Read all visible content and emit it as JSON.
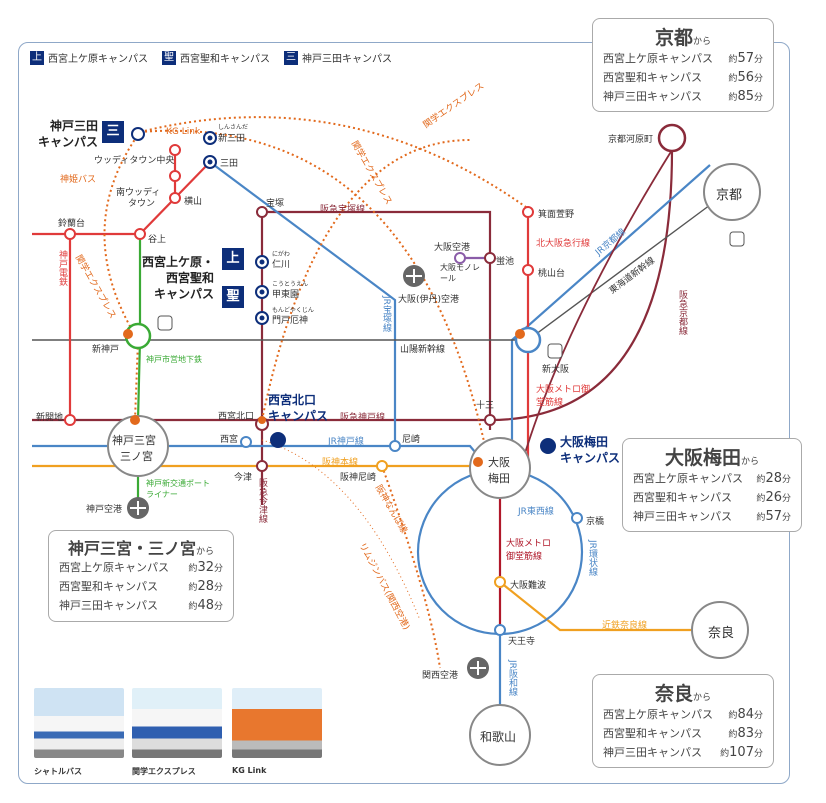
{
  "legend": [
    {
      "badge": "上",
      "label": "西宮上ケ原キャンパス"
    },
    {
      "badge": "聖",
      "label": "西宮聖和キャンパス"
    },
    {
      "badge": "三",
      "label": "神戸三田キャンパス"
    }
  ],
  "campus_kobe_sanda": {
    "badge": "三",
    "line1": "神戸三田",
    "line2": "キャンパス"
  },
  "campus_nishinomiya": {
    "line1": "西宮上ケ原・",
    "line2": "西宮聖和",
    "line3": "キャンパス",
    "badge1": "上",
    "badge2": "聖"
  },
  "campus_kitaguchi": {
    "line1": "西宮北口",
    "line2": "キャンパス"
  },
  "campus_umeda": {
    "line1": "大阪梅田",
    "line2": "キャンパス"
  },
  "hubs": {
    "kyoto": "京都",
    "kobe": "神戸三宮",
    "kobe2": "三ノ宮",
    "umeda1": "大阪",
    "umeda2": "梅田",
    "nara": "奈良",
    "wakayama": "和歌山"
  },
  "boxes": {
    "kyoto": {
      "title": "京都",
      "suffix": "から",
      "rows": [
        {
          "campus": "西宮上ケ原キャンパス",
          "pre": "約",
          "min": "57",
          "unit": "分"
        },
        {
          "campus": "西宮聖和キャンパス",
          "pre": "約",
          "min": "56",
          "unit": "分"
        },
        {
          "campus": "神戸三田キャンパス",
          "pre": "約",
          "min": "85",
          "unit": "分"
        }
      ]
    },
    "umeda": {
      "title": "大阪梅田",
      "suffix": "から",
      "rows": [
        {
          "campus": "西宮上ケ原キャンパス",
          "pre": "約",
          "min": "28",
          "unit": "分"
        },
        {
          "campus": "西宮聖和キャンパス",
          "pre": "約",
          "min": "26",
          "unit": "分"
        },
        {
          "campus": "神戸三田キャンパス",
          "pre": "約",
          "min": "57",
          "unit": "分"
        }
      ]
    },
    "kobe": {
      "title": "神戸三宮・三ノ宮",
      "suffix": "から",
      "rows": [
        {
          "campus": "西宮上ケ原キャンパス",
          "pre": "約",
          "min": "32",
          "unit": "分"
        },
        {
          "campus": "西宮聖和キャンパス",
          "pre": "約",
          "min": "28",
          "unit": "分"
        },
        {
          "campus": "神戸三田キャンパス",
          "pre": "約",
          "min": "48",
          "unit": "分"
        }
      ]
    },
    "nara": {
      "title": "奈良",
      "suffix": "から",
      "rows": [
        {
          "campus": "西宮上ケ原キャンパス",
          "pre": "約",
          "min": "84",
          "unit": "分"
        },
        {
          "campus": "西宮聖和キャンパス",
          "pre": "約",
          "min": "83",
          "unit": "分"
        },
        {
          "campus": "神戸三田キャンパス",
          "pre": "約",
          "min": "107",
          "unit": "分"
        }
      ]
    }
  },
  "stations": {
    "shinsanda": "新三田",
    "shinsanda_kana": "しんさんだ",
    "sanda": "三田",
    "woody": "ウッディタウン中央",
    "minami_woody": "南ウッディ",
    "minami_woody2": "タウン",
    "yokoyama": "横山",
    "tanigami": "谷上",
    "suzurandai": "鈴蘭台",
    "takarazuka": "宝塚",
    "nigawa": "仁川",
    "nigawa_kana": "にがわ",
    "kotoen": "甲東園",
    "kotoen_kana": "こうとうえん",
    "monto": "門戸厄神",
    "monto_kana": "もんどやくじん",
    "shinkobe": "新神戸",
    "shinkaichi": "新開地",
    "nishinomiya_kitaguchi": "西宮北口",
    "nishinomiya": "西宮",
    "imazu": "今津",
    "amagasaki": "尼崎",
    "hanshin_amagasaki": "阪神尼崎",
    "juso": "十三",
    "hotarugaike": "蛍池",
    "osaka_airport": "大阪空港",
    "itami": "大阪(伊丹)空港",
    "minoo": "箕面萱野",
    "momoyamadai": "桃山台",
    "shinosaka": "新大阪",
    "kyoto_kawaramachi": "京都河原町",
    "kyobashi": "京橋",
    "namba": "大阪難波",
    "tennoji": "天王寺",
    "kansai_airport": "関西空港",
    "kobe_airport": "神戸空港"
  },
  "lines": {
    "kg_link": "KG Link",
    "shinki_bus": "神姫バス",
    "kobe_dentetsu": "神戸電鉄",
    "gakuen_express": "関学エクスプレス",
    "hankyu_takarazuka": "阪急宝塚線",
    "jr_takarazuka": "JR宝塚線",
    "sanyo_shinkansen": "山陽新幹線",
    "hankyu_kobe": "阪急神戸線",
    "jr_kobe": "JR神戸線",
    "hanshin": "阪神本線",
    "hankyu_imazu": "阪急今津線",
    "kobe_subway": "神戸市営地下鉄",
    "port_liner": "神戸新交通ポートライナー",
    "osaka_monorail": "大阪モノレール",
    "kitakyu": "北大阪急行線",
    "midosuji": "大阪メトロ御堂筋線",
    "jr_kyoto": "JR京都線",
    "tokaido_shinkansen": "東海道新幹線",
    "hankyu_kyoto": "阪急京都線",
    "jr_tozai": "JR東西線",
    "jr_loop": "JR環状線",
    "kintetsu_nara": "近鉄奈良線",
    "jr_hanwa": "JR阪和線",
    "kyoto_express": "関学エクスプレス",
    "airport_bus": "リムジンバス(関西空港)",
    "hanshin_namba": "阪神なんば線"
  },
  "photos": [
    {
      "caption": "シャトルバス",
      "color": "#3a6bb5"
    },
    {
      "caption": "関学エクスプレス",
      "color": "#2f5fb0"
    },
    {
      "caption": "KG Link",
      "color": "#e8772e"
    }
  ],
  "colors": {
    "navy": "#0d2e7a",
    "hankyu": "#8a2b3a",
    "jr": "#4a86c6",
    "orange": "#e2691c",
    "hanshin": "#f0a020",
    "green": "#3aaa35",
    "red": "#e03a3a",
    "gray": "#555555"
  }
}
